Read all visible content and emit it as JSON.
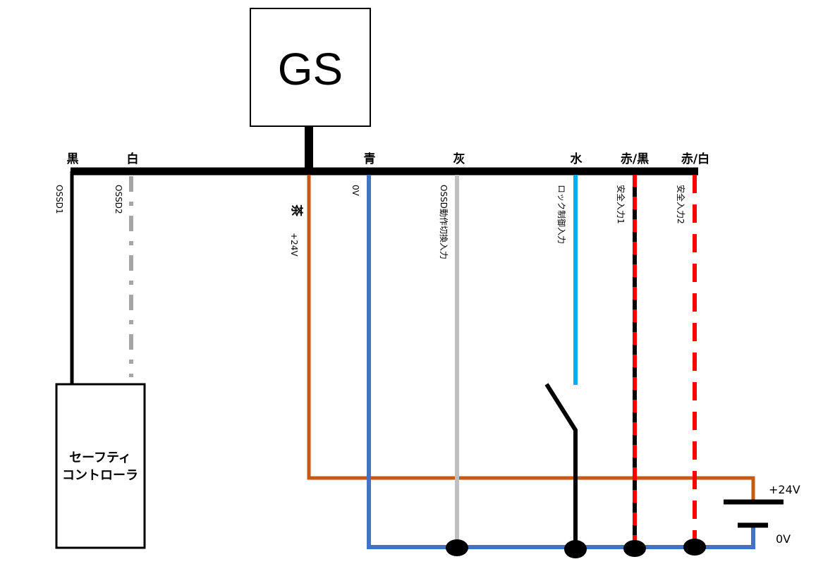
{
  "device": {
    "label": "GS"
  },
  "controller": {
    "line1": "セーフティ",
    "line2": "コントローラ"
  },
  "wires": [
    {
      "id": "black",
      "color_label": "黒",
      "signal": "OSSD1",
      "color": "#000000"
    },
    {
      "id": "white",
      "color_label": "白",
      "signal": "OSSD2",
      "color": "#a6a6a6"
    },
    {
      "id": "brown",
      "color_label": "茶",
      "signal": "+24V",
      "color": "#c55a11"
    },
    {
      "id": "blue",
      "color_label": "青",
      "signal": "0V",
      "color": "#4472c4"
    },
    {
      "id": "gray",
      "color_label": "灰",
      "signal": "OSSD動作切換入力",
      "color": "#bfbfbf"
    },
    {
      "id": "lightblue",
      "color_label": "水",
      "signal": "ロック制御入力",
      "color": "#00b0f0"
    },
    {
      "id": "red-black",
      "color_label": "赤/黒",
      "signal": "安全入力1",
      "color": "#ff0000"
    },
    {
      "id": "red-white",
      "color_label": "赤/白",
      "signal": "安全入力2",
      "color": "#ff0000"
    }
  ],
  "power_supply": {
    "plus_label": "+24V",
    "minus_label": "0V"
  }
}
